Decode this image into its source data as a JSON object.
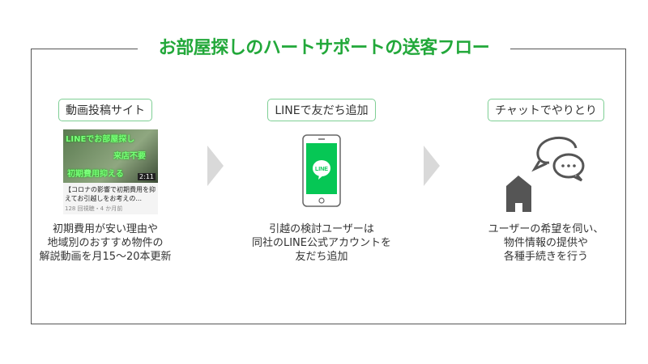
{
  "title": "お部屋探しのハートサポートの送客フロー",
  "colors": {
    "accent": "#22a83a",
    "line_green": "#06c755",
    "icon_gray": "#555555"
  },
  "steps": [
    {
      "label": "動画投稿サイト",
      "thumbnail": {
        "overlay_lines": [
          "LINEでお部屋探し",
          "来店不要",
          "初期費用抑える"
        ],
        "duration": "2:11",
        "caption": "【コロナの影響で初期費用を抑えてお引越しをお考えの...",
        "meta": "128 回視聴・4 か月前"
      },
      "desc": [
        "初期費用が安い理由や",
        "地域別のおすすめ物件の",
        "解説動画を月15～20本更新"
      ]
    },
    {
      "label": "LINEで友だち追加",
      "icon": "line-phone-icon",
      "logo_text": "LINE",
      "desc": [
        "引越の検討ユーザーは",
        "同社のLINE公式アカウントを",
        "友だち追加"
      ]
    },
    {
      "label": "チャットでやりとり",
      "icon": "house-chat-icon",
      "desc": [
        "ユーザーの希望を伺い、",
        "物件情報の提供や",
        "各種手続きを行う"
      ]
    }
  ]
}
